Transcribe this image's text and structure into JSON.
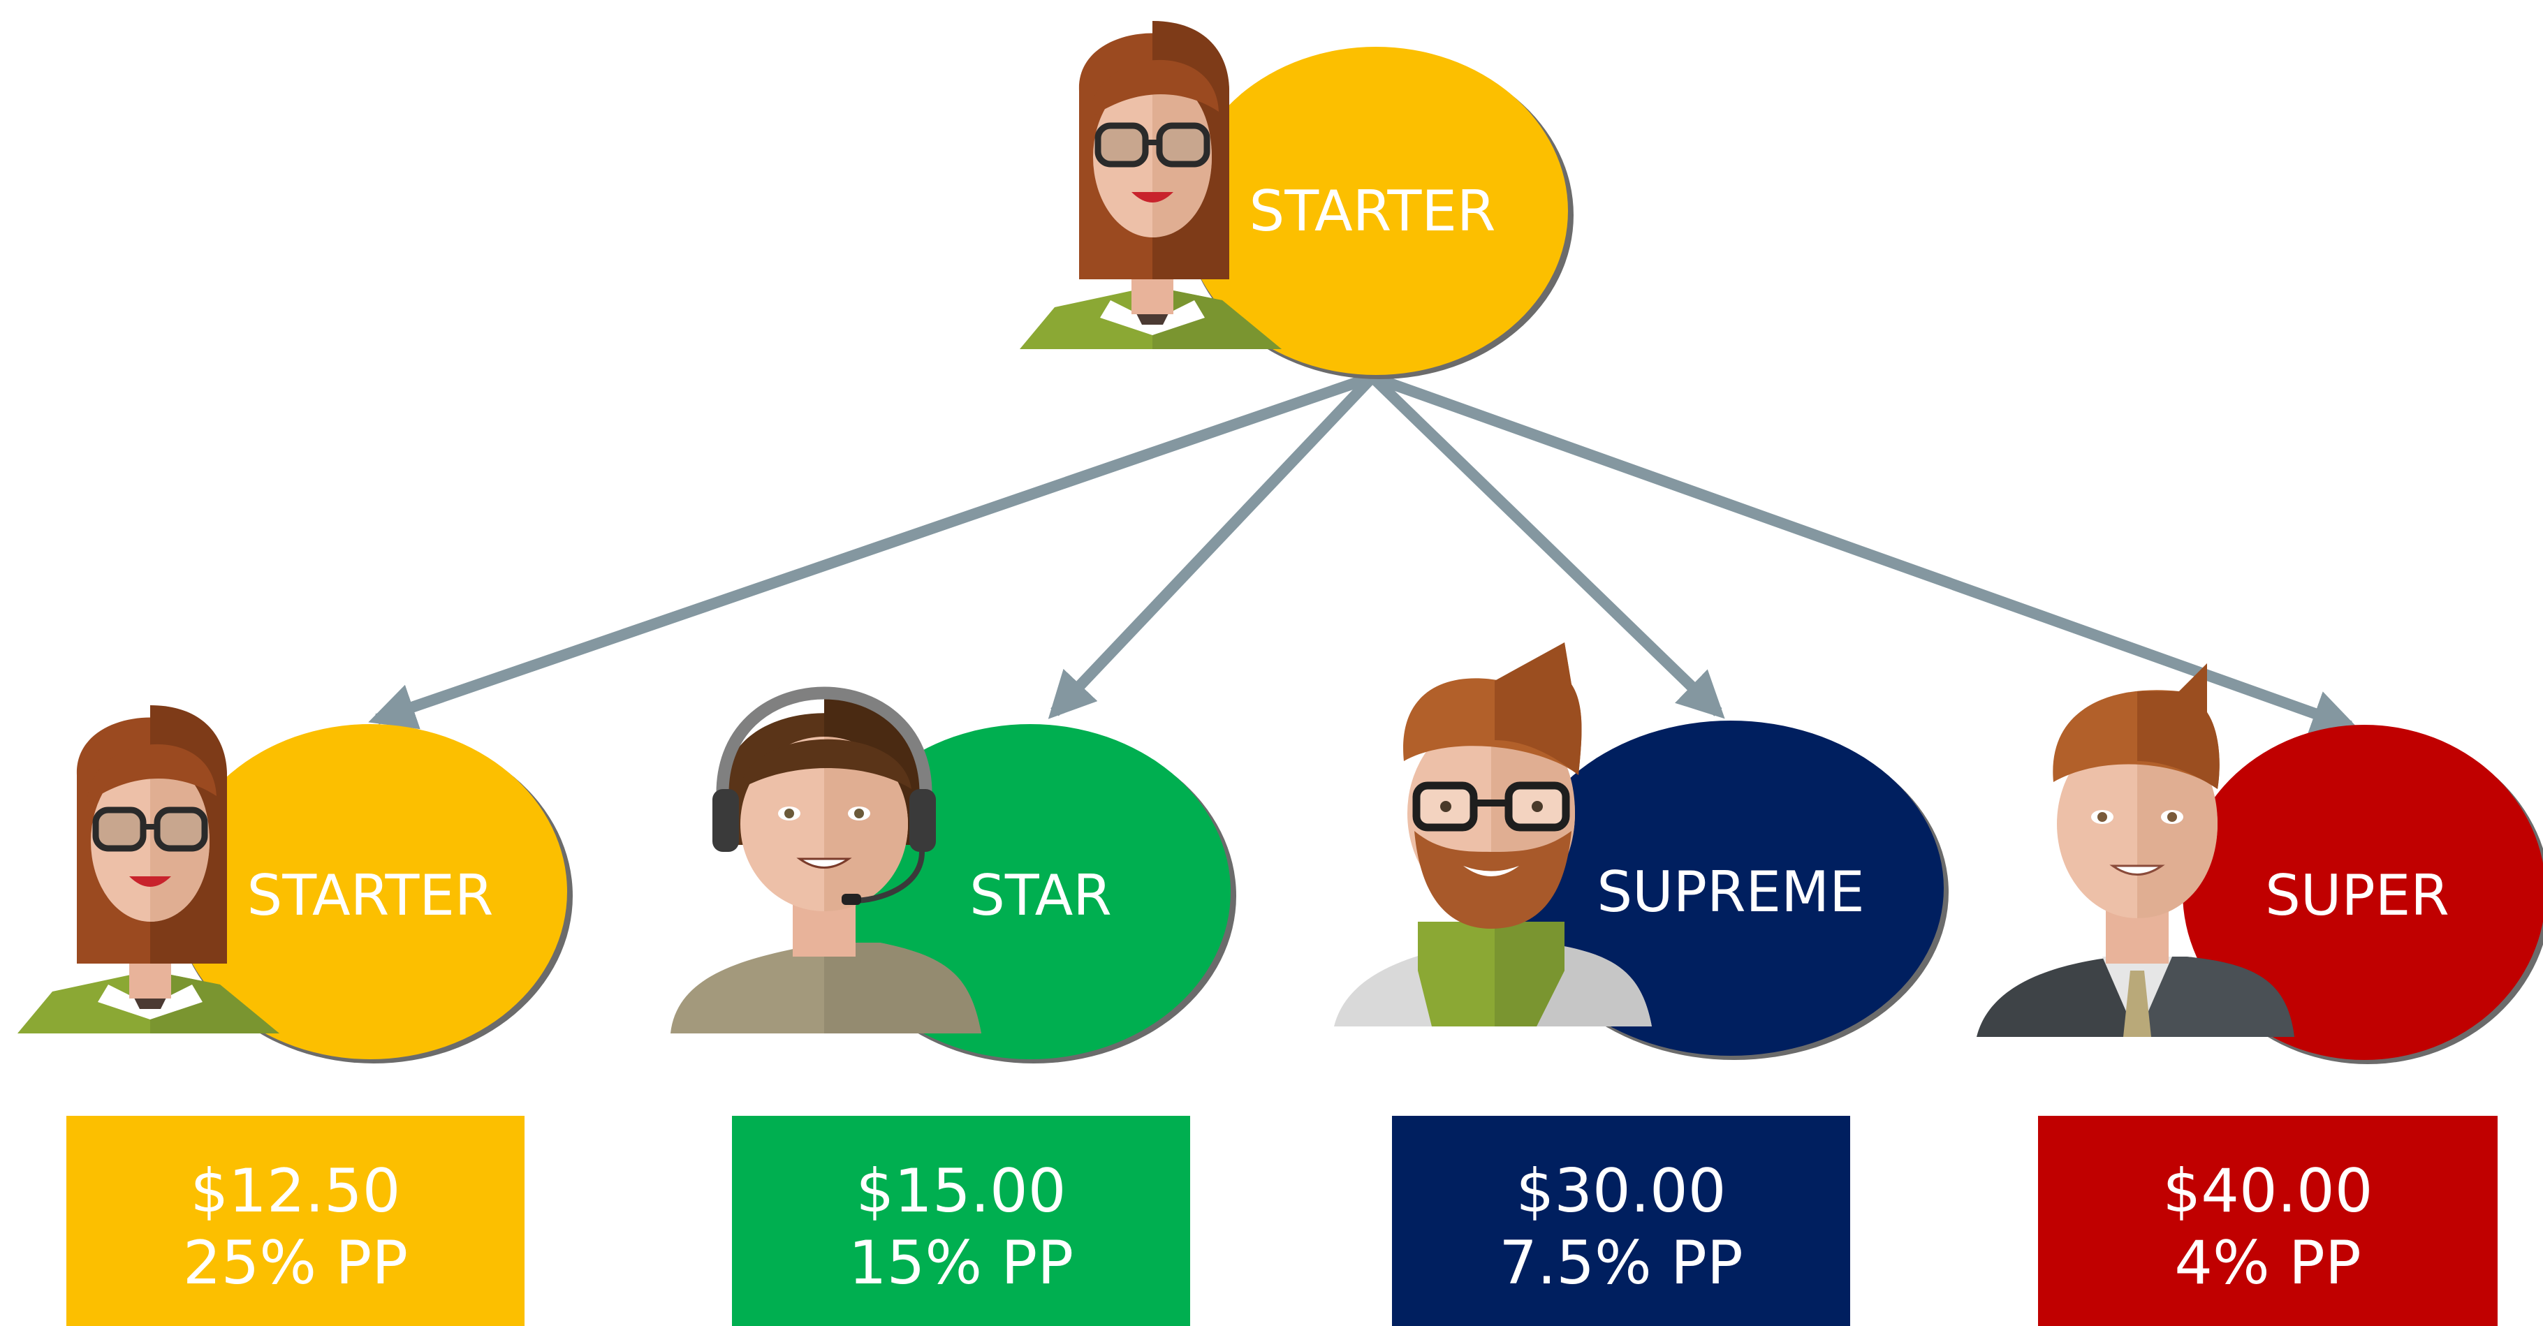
{
  "colors": {
    "starter": "#FCBF00",
    "star": "#00AF50",
    "supreme": "#001F5F",
    "super": "#C00000",
    "arrow": "#8497A0"
  },
  "root": {
    "label": "STARTER",
    "color_key": "starter",
    "avatar": "woman-glasses-avatar"
  },
  "levels": [
    {
      "label": "STARTER",
      "color_key": "starter",
      "avatar": "woman-glasses-avatar",
      "price": "$12.50",
      "pp": "25% PP"
    },
    {
      "label": "STAR",
      "color_key": "star",
      "avatar": "man-headset-avatar",
      "price": "$15.00",
      "pp": "15% PP"
    },
    {
      "label": "SUPREME",
      "color_key": "supreme",
      "avatar": "bearded-man-scarf-avatar",
      "price": "$30.00",
      "pp": "7.5% PP"
    },
    {
      "label": "SUPER",
      "color_key": "super",
      "avatar": "man-suit-avatar",
      "price": "$40.00",
      "pp": "4% PP"
    }
  ]
}
